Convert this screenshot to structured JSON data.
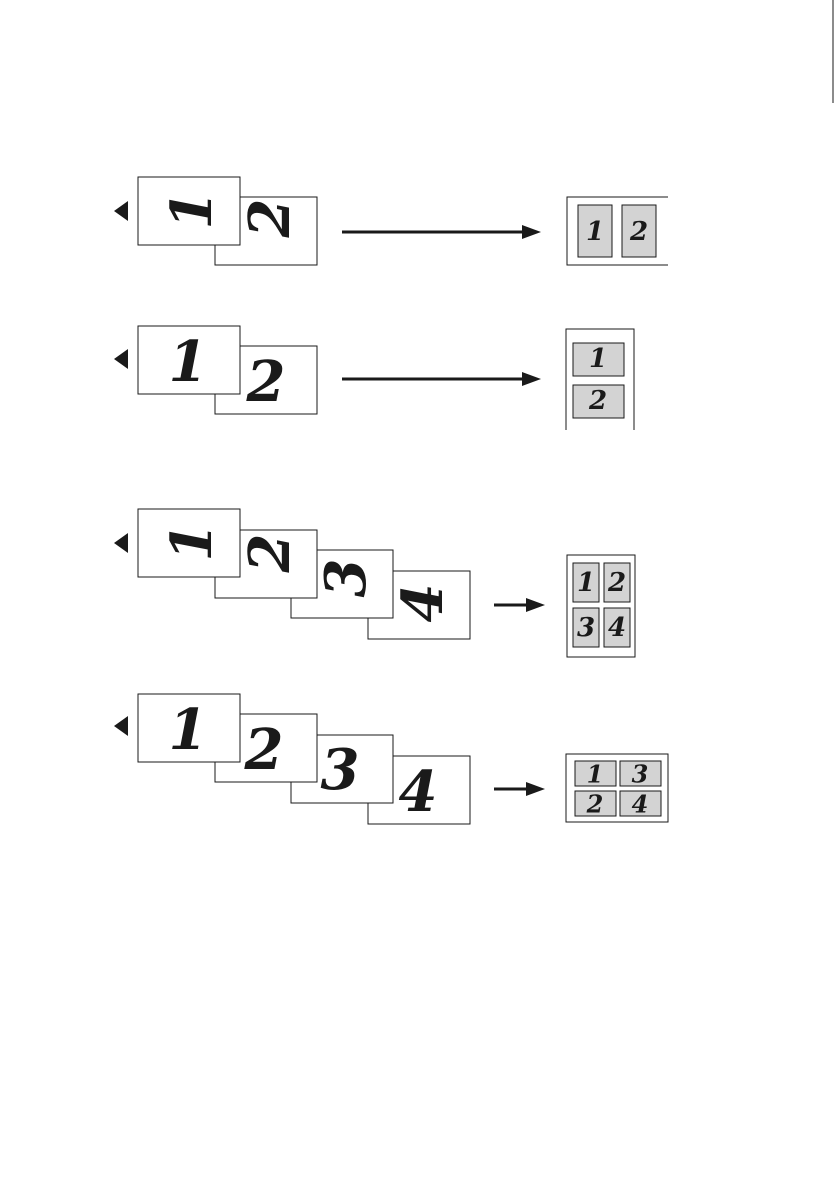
{
  "colors": {
    "ink": "#1a1a1a",
    "paper": "#ffffff",
    "tile": "#d3d3d3"
  },
  "rows": [
    {
      "id": "two-in-one-landscape",
      "input_pages": [
        "1",
        "2"
      ],
      "input_orientation": "landscape-rotated",
      "output_tiles": [
        "1",
        "2"
      ],
      "output_layout": "1x2",
      "output_orientation": "landscape"
    },
    {
      "id": "two-in-one-portrait",
      "input_pages": [
        "1",
        "2"
      ],
      "input_orientation": "upright",
      "output_tiles": [
        "1",
        "2"
      ],
      "output_layout": "2x1",
      "output_orientation": "portrait"
    },
    {
      "id": "four-in-one-portrait",
      "input_pages": [
        "1",
        "2",
        "3",
        "4"
      ],
      "input_orientation": "landscape-rotated",
      "output_tiles": [
        "1",
        "2",
        "3",
        "4"
      ],
      "output_layout": "2x2",
      "output_orientation": "portrait"
    },
    {
      "id": "four-in-one-landscape",
      "input_pages": [
        "1",
        "2",
        "3",
        "4"
      ],
      "input_orientation": "upright",
      "output_tiles": [
        "1",
        "3",
        "2",
        "4"
      ],
      "output_layout": "2x2",
      "output_orientation": "landscape"
    }
  ]
}
